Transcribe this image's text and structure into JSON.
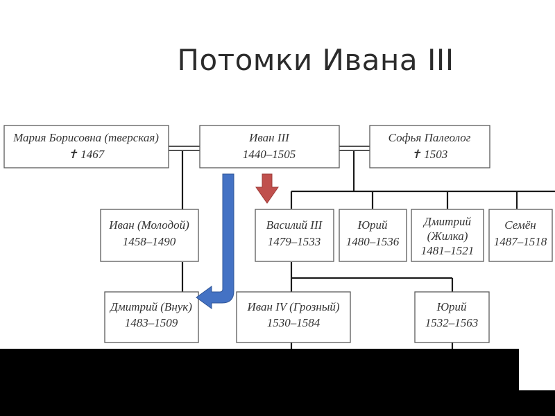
{
  "title": "Потомки Ивана III",
  "colors": {
    "blue_arrow": "#4472c4",
    "red_arrow": "#c0504d"
  },
  "nodes": {
    "maria": {
      "line1": "Мария Борисовна (тверская)",
      "line2": "✝ 1467"
    },
    "ivan3": {
      "line1": "Иван III",
      "line2": "1440–1505"
    },
    "sofia": {
      "line1": "Софья Палеолог",
      "line2": "✝ 1503"
    },
    "ivan_molodoy": {
      "line1": "Иван (Молодой)",
      "line2": "1458–1490"
    },
    "vasily3": {
      "line1": "Василий III",
      "line2": "1479–1533"
    },
    "yuri1": {
      "line1": "Юрий",
      "line2": "1480–1536"
    },
    "dmitry_zhilka": {
      "line1": "Дмитрий",
      "line2": "(Жилка)",
      "line3": "1481–1521"
    },
    "semyon": {
      "line1": "Семён",
      "line2": "1487–1518"
    },
    "dmitry_vnuk": {
      "line1": "Дмитрий (Внук)",
      "line2": "1483–1509"
    },
    "ivan4": {
      "line1": "Иван IV (Грозный)",
      "line2": "1530–1584"
    },
    "yuri2": {
      "line1": "Юрий",
      "line2": "1532–1563"
    }
  }
}
